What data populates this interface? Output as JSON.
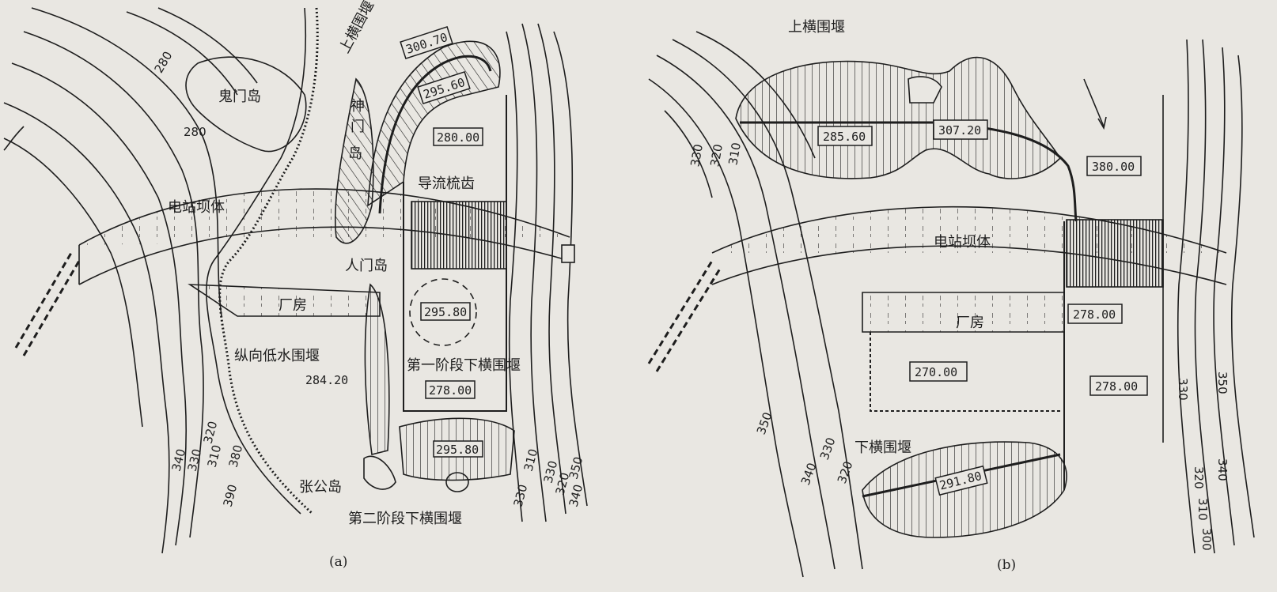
{
  "panel_a": {
    "caption": "(a)",
    "labels": {
      "guimen_island": "鬼门岛",
      "shenmen_island_1": "神",
      "shenmen_island_2": "门",
      "shenmen_island_3": "岛",
      "upper_cofferdam": "上横围堰",
      "diversion_comb": "导流梳齿",
      "dam_body": "电站坝体",
      "renmen_island": "人门岛",
      "powerhouse": "厂房",
      "longitudinal_cofferdam": "纵向低水围堰",
      "stage1_lower_cofferdam": "第一阶段下横围堰",
      "zhanggong_island": "张公岛",
      "stage2_lower_cofferdam": "第二阶段下横围堰"
    },
    "elevations": {
      "e300_70": "300.70",
      "e295_60": "295.60",
      "e280_00": "280.00",
      "e295_80_top": "295.80",
      "e284_20": "284.20",
      "e278_00": "278.00",
      "e295_80_bottom": "295.80"
    },
    "contours": {
      "c280_a": "280",
      "c280_b": "280",
      "c340": "340",
      "c330": "330",
      "c320": "320",
      "c310": "310",
      "c380": "380",
      "c390": "390",
      "c310_r": "310",
      "c330_r": "330",
      "c350_r": "350",
      "c320_r": "320",
      "c340_r": "340",
      "c330_b": "330"
    }
  },
  "panel_b": {
    "caption": "(b)",
    "labels": {
      "upper_cofferdam": "上横围堰",
      "dam_body": "电站坝体",
      "powerhouse": "厂房",
      "lower_cofferdam": "下横围堰"
    },
    "elevations": {
      "e285_60": "285.60",
      "e307_20": "307.20",
      "e380_00": "380.00",
      "e278_00_top": "278.00",
      "e270_00": "270.00",
      "e278_00_right": "278.00",
      "e291_80": "291.80"
    },
    "contours": {
      "c330": "330",
      "c320": "320",
      "c310": "310",
      "c350": "350",
      "c340": "340",
      "c330_b": "330",
      "c320_b": "320",
      "c330_r": "330",
      "c350_r": "350",
      "c340_r": "340",
      "c320_r": "320",
      "c310_r": "310",
      "c300_r": "300"
    }
  },
  "colors": {
    "ink": "#1e1e1e",
    "paper": "#e9e7e2"
  }
}
